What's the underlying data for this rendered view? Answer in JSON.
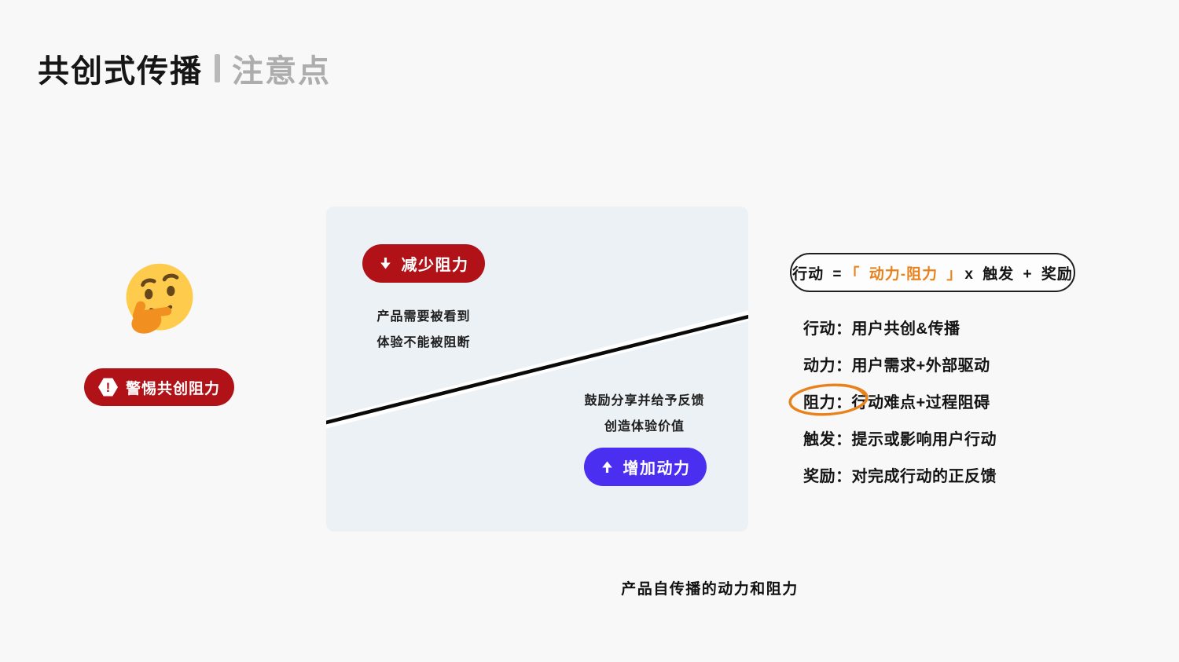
{
  "header": {
    "title": "共创式传播",
    "subtitle": "注意点"
  },
  "left": {
    "emoji": "thinking-face",
    "badge": {
      "icon": "warning-hexagon-exclamation",
      "exclamation": "!",
      "label": "警惕共创阻力"
    }
  },
  "panel": {
    "reduce": {
      "icon": "arrow-down",
      "label": "减少阻力",
      "notes": [
        "产品需要被看到",
        "体验不能被阻断"
      ]
    },
    "increase": {
      "icon": "arrow-up",
      "label": "增加动力",
      "notes": [
        "鼓励分享并给予反馈",
        "创造体验价值"
      ]
    }
  },
  "formula": {
    "prefix": "行动 =",
    "highlight": "「 动力-阻力 」",
    "suffix": "x 触发 + 奖励"
  },
  "definitions": [
    {
      "term": "行动：",
      "desc": "用户共创&传播",
      "circled": false
    },
    {
      "term": "动力：",
      "desc": "用户需求+外部驱动",
      "circled": false
    },
    {
      "term": "阻力：",
      "desc": "行动难点+过程阻碍",
      "circled": true
    },
    {
      "term": "触发：",
      "desc": "提示或影响用户行动",
      "circled": false
    },
    {
      "term": "奖励：",
      "desc": "对完成行动的正反馈",
      "circled": false
    }
  ],
  "caption": "产品自传播的动力和阻力",
  "colors": {
    "background": "#F8F8F9",
    "panel_background": "#ECF1F6",
    "red_accent": "#B01218",
    "blue_accent": "#4B2FF0",
    "orange_accent": "#E8821C",
    "subtitle_gray": "#ADADAD",
    "slope_line": "#0A0A0A"
  }
}
